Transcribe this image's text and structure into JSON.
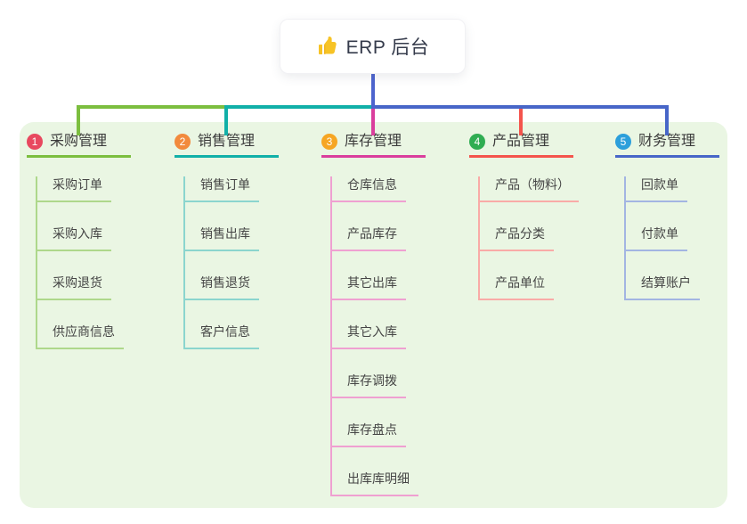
{
  "root": {
    "label": "ERP 后台",
    "icon": "thumbs-up",
    "icon_color": "#f7c325"
  },
  "canvas": {
    "background": "#ffffff",
    "container_background": "#eaf6e3"
  },
  "connector": {
    "root_line_color": "#4d64ce"
  },
  "branches": [
    {
      "index": "1",
      "label": "采购管理",
      "badge_color": "#e8485f",
      "line_color": "#7cbe3f",
      "child_line_color": "#aed88b",
      "children": [
        "采购订单",
        "采购入库",
        "采购退货",
        "供应商信息"
      ]
    },
    {
      "index": "2",
      "label": "销售管理",
      "badge_color": "#f28a3d",
      "line_color": "#11b0a8",
      "child_line_color": "#8bd5ce",
      "children": [
        "销售订单",
        "销售出库",
        "销售退货",
        "客户信息"
      ]
    },
    {
      "index": "3",
      "label": "库存管理",
      "badge_color": "#f6a623",
      "line_color": "#da3e9d",
      "child_line_color": "#efa0d1",
      "children": [
        "仓库信息",
        "产品库存",
        "其它出库",
        "其它入库",
        "库存调拨",
        "库存盘点",
        "出库库明细"
      ]
    },
    {
      "index": "4",
      "label": "产品管理",
      "badge_color": "#2fad52",
      "line_color": "#f4544d",
      "child_line_color": "#f9aba7",
      "children": [
        "产品（物料）",
        "产品分类",
        "产品单位"
      ]
    },
    {
      "index": "5",
      "label": "财务管理",
      "badge_color": "#2c9fdb",
      "line_color": "#4766c8",
      "child_line_color": "#a3b5e2",
      "children": [
        "回款单",
        "付款单",
        "结算账户"
      ]
    }
  ]
}
